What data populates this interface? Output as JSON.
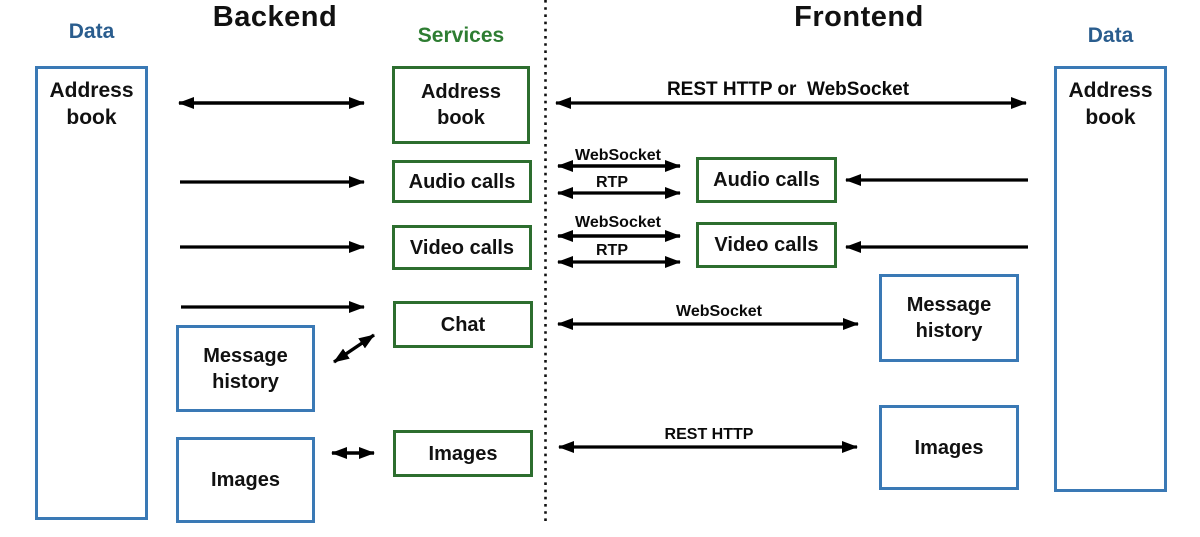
{
  "headers": {
    "backend": "Backend",
    "frontend": "Frontend",
    "data_left": "Data",
    "services": "Services",
    "data_right": "Data"
  },
  "backend": {
    "data_address_book": "Address book",
    "data_message_history": "Message history",
    "data_images": "Images",
    "svc_address_book": "Address book",
    "svc_audio_calls": "Audio calls",
    "svc_video_calls": "Video calls",
    "svc_chat": "Chat",
    "svc_images": "Images"
  },
  "frontend": {
    "svc_audio_calls": "Audio calls",
    "svc_video_calls": "Video calls",
    "data_message_history": "Message history",
    "data_images": "Images",
    "data_address_book": "Address book"
  },
  "protocols": {
    "address_book_link": "REST HTTP or  WebSocket",
    "audio_websocket": "WebSocket",
    "audio_rtp": "RTP",
    "video_websocket": "WebSocket",
    "video_rtp": "RTP",
    "chat_websocket": "WebSocket",
    "images_rest": "REST HTTP"
  },
  "colors": {
    "data_box_border": "#3a79b5",
    "data_title_text": "#2a5d8e",
    "service_box_border": "#2d6e2f",
    "service_title_text": "#2e7d32",
    "arrow": "#000000"
  }
}
